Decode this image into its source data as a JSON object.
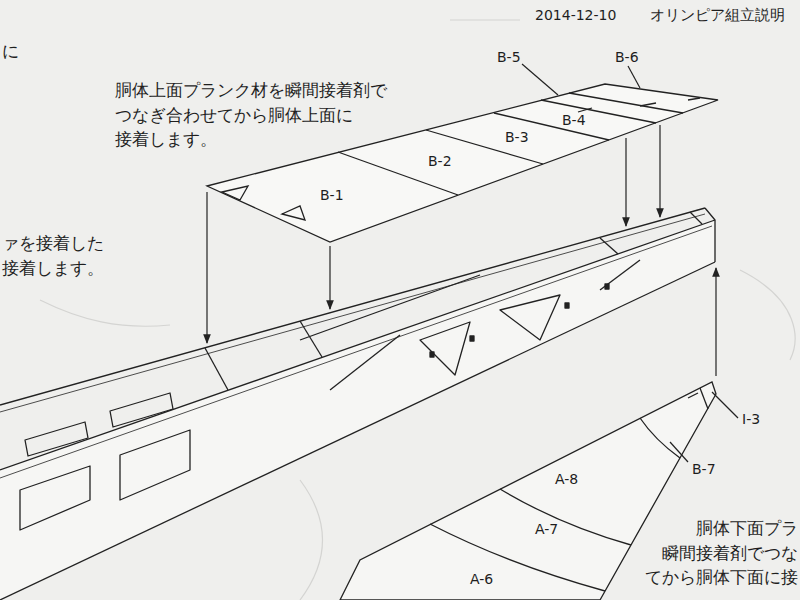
{
  "diagram": {
    "labels": [
      "2014-12-10",
      "オリンピア組立説明",
      "に",
      "胴体上面プランク材を瞬間接着剤で つなぎ合わせてから胴体上面に 接着します。",
      "B-5",
      "B-6",
      "B-1",
      "B-2",
      "B-3",
      "B-4",
      "ァを接着した 接着します。",
      "I-3",
      "B-7",
      "A-8",
      "A-7",
      "A-6",
      "胴体下面プラ 瞬間接着剤でつな てから胴体下面に接"
    ]
  }
}
